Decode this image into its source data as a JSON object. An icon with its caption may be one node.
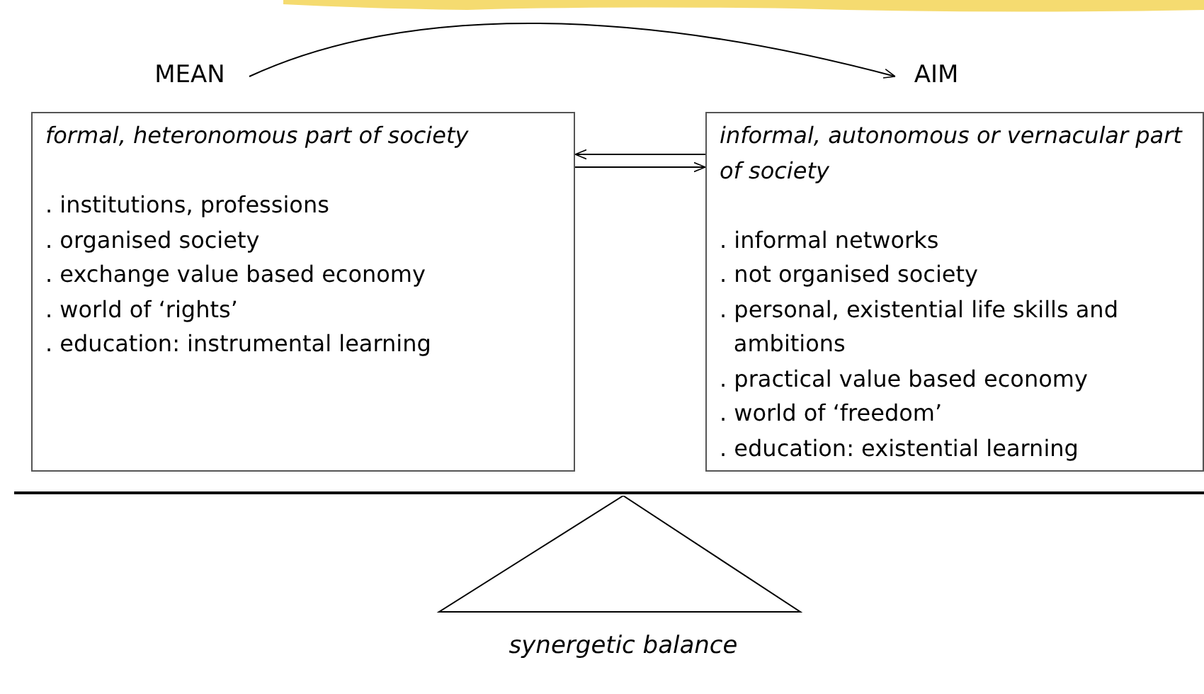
{
  "diagram": {
    "nodes": [
      {
        "text": [
          "MEAN"
        ]
      },
      {
        "text": [
          "formal, heteronomous part of society",
          ". institutions, professions",
          ". organised society",
          ". exchange value based economy",
          ". world of ‘rights’",
          ". education: instrumental learning"
        ]
      },
      {
        "text": [
          "AIM"
        ]
      },
      {
        "text": [
          "informal, autonomous or vernacular part of society",
          ". informal networks",
          ". not organised society",
          ". personal, existential life skills and ambitions",
          ". practical value based economy",
          ". world of ‘freedom’",
          ". education: existential learning"
        ]
      },
      {
        "text": [
          "synergetic balance"
        ]
      }
    ],
    "edges": [
      {
        "from": 0,
        "to": 2,
        "arrow": "to"
      },
      {
        "from": 3,
        "to": 1,
        "arrow": "to"
      },
      {
        "from": 1,
        "to": 3,
        "arrow": "to"
      }
    ]
  }
}
